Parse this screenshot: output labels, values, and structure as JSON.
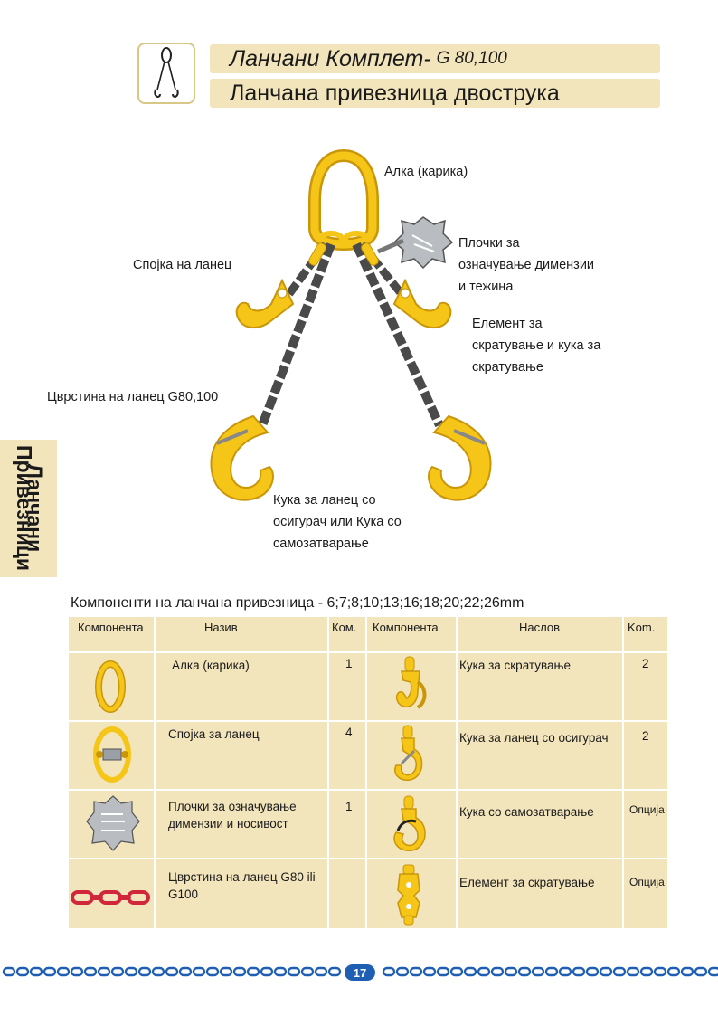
{
  "header": {
    "title_main": "Ланчани Комплет-",
    "title_grade": "G 80,100",
    "subtitle": "Ланчана привезница двострука"
  },
  "side_tab": {
    "line1": "Ланчани",
    "line2": "Привезници"
  },
  "diagram": {
    "labels": {
      "ring": "Алка  (карика)",
      "tag_l1": "Плочки за",
      "tag_l2": "означување димензии",
      "tag_l3": "и тежина",
      "connector": "Спојка на ланец",
      "short_l1": "Елемент за",
      "short_l2": "скратување и кука за",
      "short_l3": "скратување",
      "chain": "Цврстина на ланец G80,100",
      "hook_l1": "Кука за ланец со",
      "hook_l2": "осигурач или Кука со",
      "hook_l3": "самозатварање"
    }
  },
  "table": {
    "title": "Компоненти на ланчана привезница  - 6;7;8;10;13;16;18;20;22;26mm",
    "headers": [
      "Компонента",
      "Назив",
      "Ком.",
      "Компонента",
      "Наслов",
      "Kom."
    ],
    "rows": [
      {
        "left_name": "Алка  (карика)",
        "left_qty": "1",
        "right_name": "Кука за скратување",
        "right_qty": "2"
      },
      {
        "left_name": "Спојка за ланец",
        "left_qty": "4",
        "right_name": "Кука за ланец со осигурач",
        "right_qty": "2"
      },
      {
        "left_name": "Плочки за означување\nдимензии и носивост",
        "left_qty": "1",
        "right_name": "Кука со самозатварање",
        "right_qty": "Опција"
      },
      {
        "left_name": "Цврстина на ланец G80 ili\nG100",
        "left_qty": "",
        "right_name": "Елемент за скратување",
        "right_qty": "Опција"
      }
    ]
  },
  "footer": {
    "page_number": "17"
  },
  "colors": {
    "yellow": "#f5c518",
    "yellow_dark": "#c9960a",
    "chain_grey": "#4a4a4a",
    "band": "#f2e4bb",
    "footer_blue": "#1f5fb3",
    "red_chain": "#d0283a"
  }
}
